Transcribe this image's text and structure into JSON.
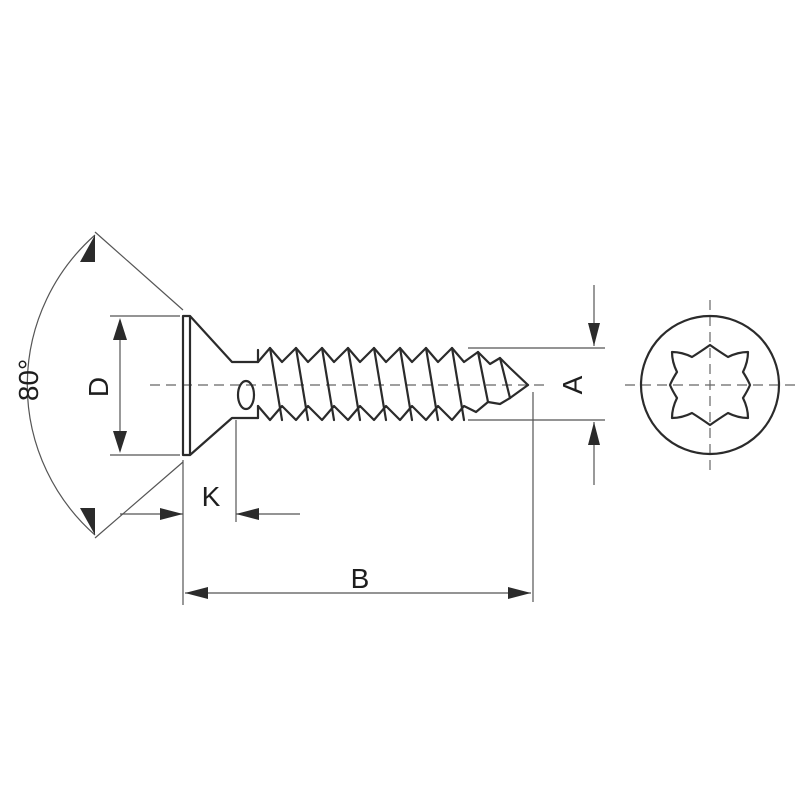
{
  "labels": {
    "angle": "80°",
    "head_diameter": "D",
    "head_height": "K",
    "length": "B",
    "thread_diameter": "A"
  },
  "colors": {
    "line": "#2b2b2b",
    "dimension": "#555555",
    "background": "#ffffff"
  }
}
